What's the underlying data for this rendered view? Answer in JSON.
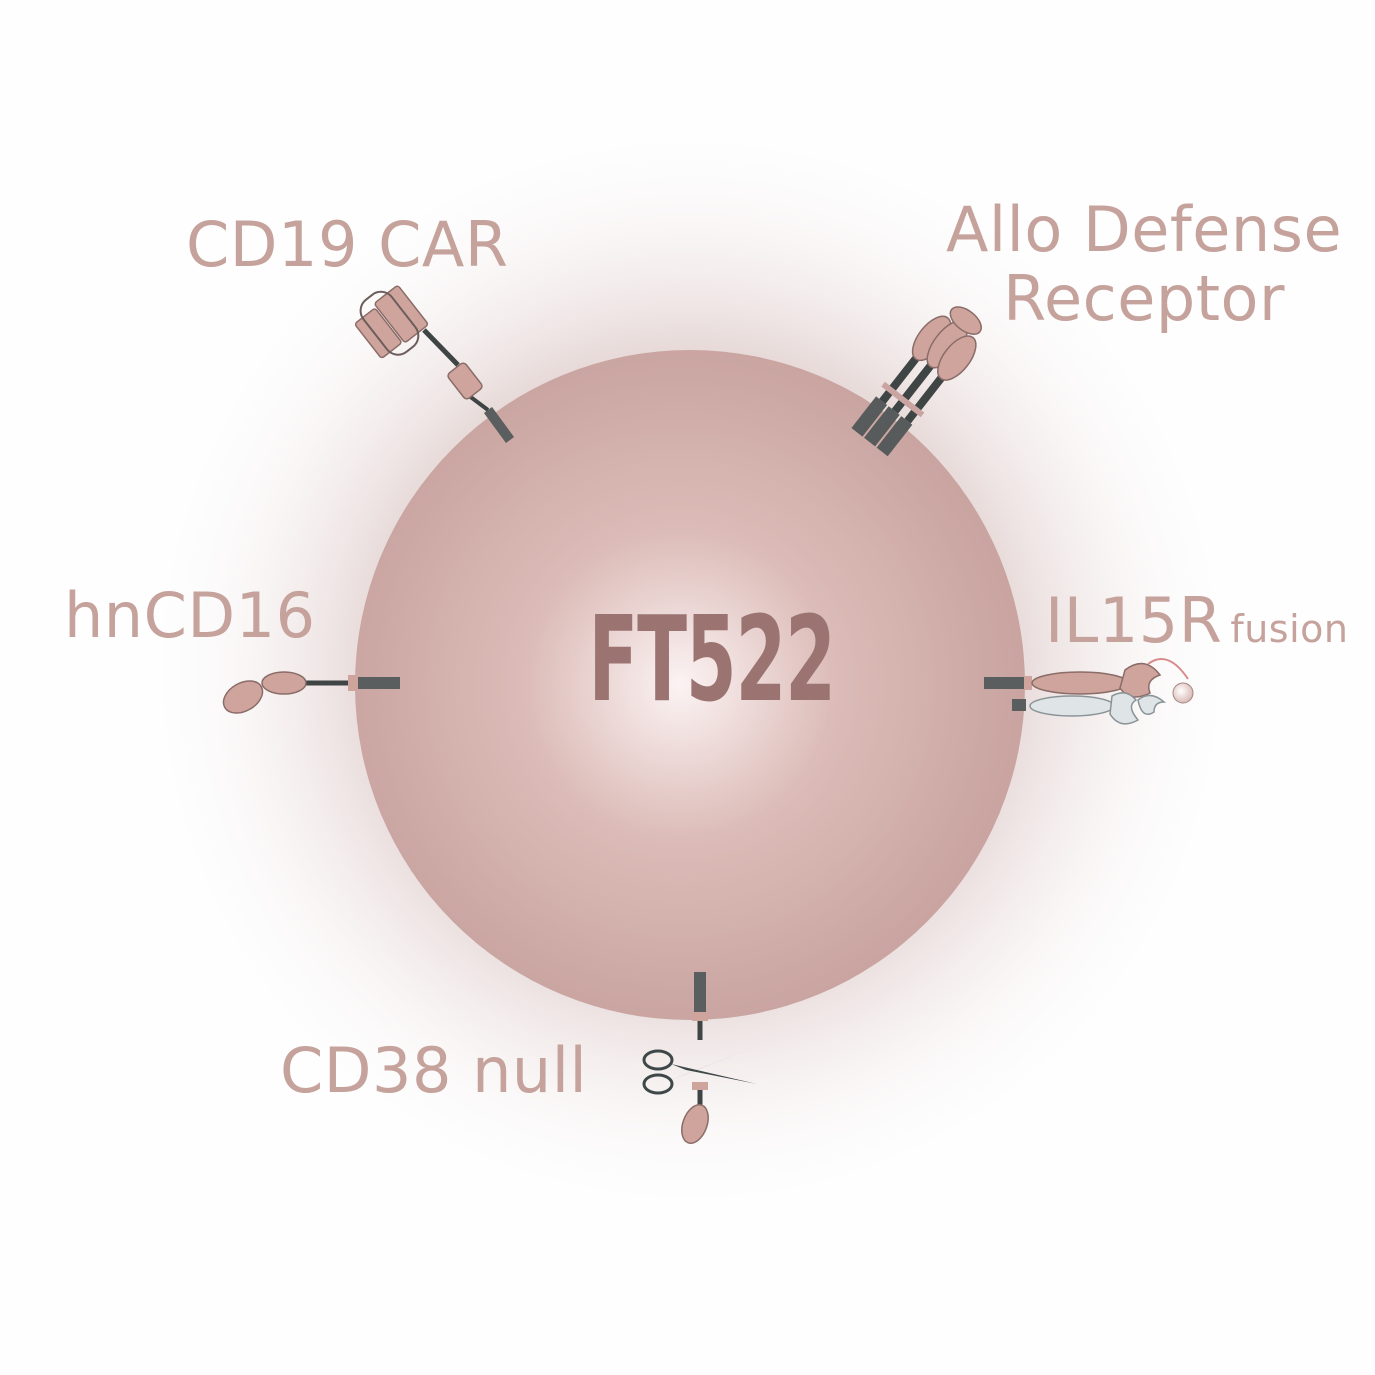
{
  "cell": {
    "name": "FT522",
    "fill_color": "#c9a4a0",
    "center_color": "#fbf3f3",
    "glow_color": "#c9a4a0"
  },
  "labels": {
    "cd19_car": "CD19 CAR",
    "allo_defense_line1": "Allo Defense",
    "allo_defense_line2": "Receptor",
    "hncd16": "hnCD16",
    "il15r": "IL15R",
    "il15r_suffix": "fusion",
    "cd38_null": "CD38 null"
  },
  "colors": {
    "label_text": "#c6a29c",
    "cell_name_text": "#9b7472",
    "receptor_domain": "#cfa49c",
    "anchor_dark": "#555a5a",
    "il15_light_chain": "#dfe4e6"
  },
  "icons": {
    "cd19_car": "car-receptor-icon",
    "allo_defense": "allo-defense-receptor-icon",
    "hncd16": "cd16-receptor-icon",
    "il15r": "il15r-fusion-icon",
    "cd38": "cd38-knockout-icon",
    "scissors": "scissors-icon"
  }
}
